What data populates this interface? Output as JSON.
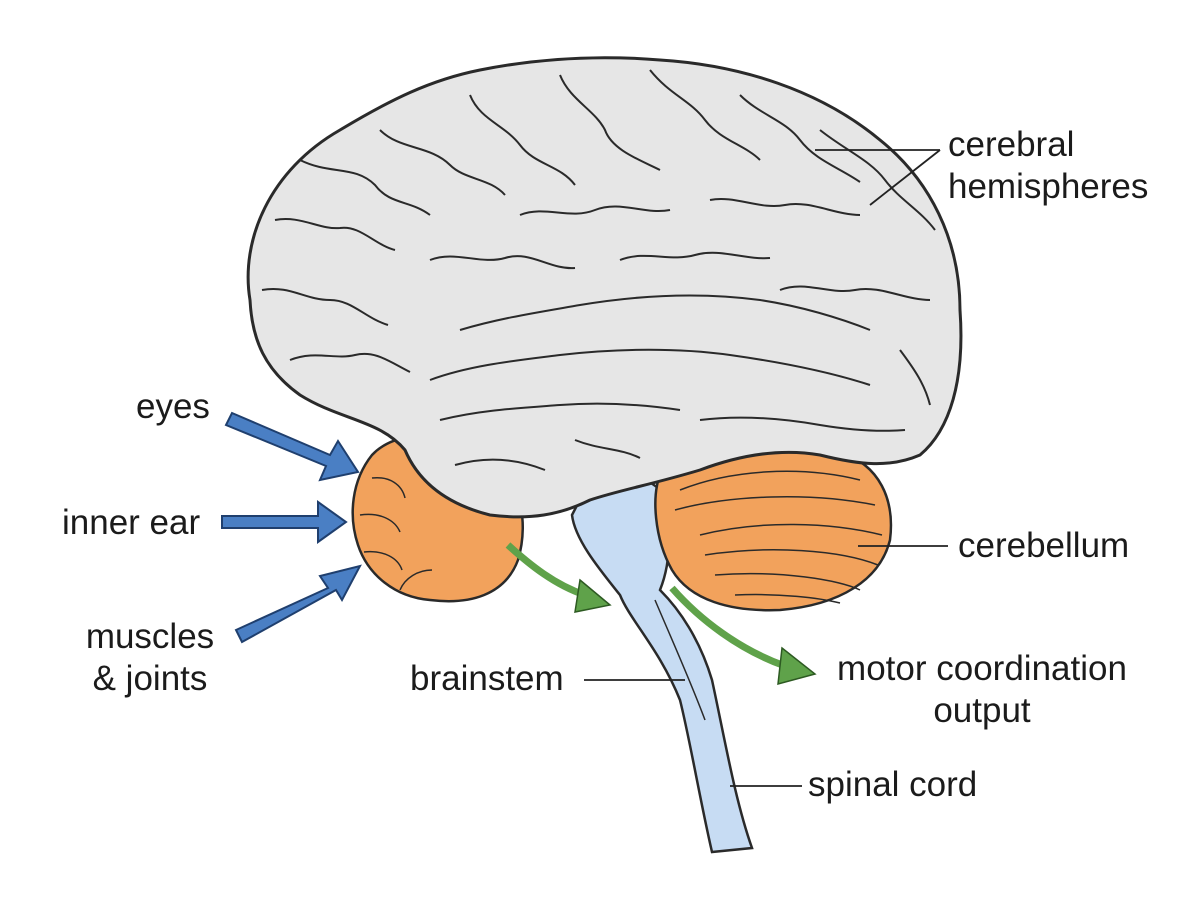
{
  "labels": {
    "cerebral_line1": "cerebral",
    "cerebral_line2": "hemispheres",
    "cerebellum": "cerebellum",
    "brainstem": "brainstem",
    "motor_line1": "motor coordination",
    "motor_line2": "output",
    "spinal_cord": "spinal cord",
    "eyes": "eyes",
    "inner_ear": "inner ear",
    "muscles_line1": "muscles",
    "muscles_line2": "& joints"
  },
  "colors": {
    "cerebrum_fill": "#e6e6e6",
    "cerebrum_stroke": "#2a2a2a",
    "cerebellum_fill": "#f2a25c",
    "brainstem_fill": "#c7dcf3",
    "input_arrow": "#4a7fc4",
    "output_arrow": "#5fa24a",
    "leader_line": "#222222"
  }
}
